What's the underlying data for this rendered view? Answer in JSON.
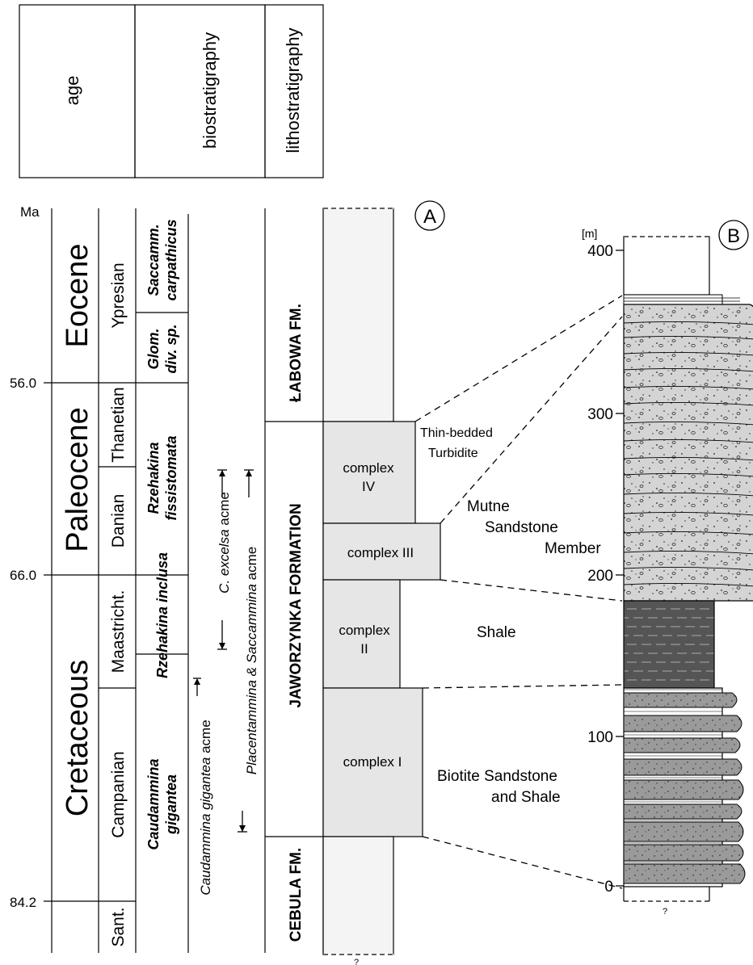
{
  "header": {
    "age": "age",
    "biostratigraphy": "biostratigraphy",
    "lithostratigraphy": "lithostratigraphy"
  },
  "panel_a": {
    "label": "A",
    "unit": "Ma",
    "ages": [
      "56.0",
      "66.0",
      "84.2"
    ],
    "epochs": [
      "Eocene",
      "Paleocene",
      "Cretaceous"
    ],
    "stages": [
      "Ypresian",
      "Thanetian",
      "Danian",
      "Maastricht.",
      "Campanian",
      "Sant."
    ],
    "zones": {
      "saccammina_1": "Saccamm.",
      "saccammina_2": "carpathicus",
      "glom_1": "Glom.",
      "glom_2": "div. sp.",
      "rz_fiss_1": "Rzehakina",
      "rz_fiss_2": "fissistomata",
      "rz_inclusa": "Rzehakina inclusa",
      "caud_1": "Caudammina",
      "caud_2": "gigantea"
    },
    "acmes": {
      "caud_name": "Caudammina gigantea",
      "caud_suffix": " acme",
      "excelsa_name": "C. excelsa",
      "excelsa_suffix": " acme",
      "placent_name": "Placentammina & Saccammina",
      "placent_suffix": " acme"
    },
    "formations": [
      "ŁABOWA FM.",
      "JAWORZYNKA FORMATION",
      "CEBULA FM."
    ],
    "complexes": {
      "iv_1": "complex",
      "iv_2": "IV",
      "iii": "complex III",
      "ii_1": "complex",
      "ii_2": "II",
      "i": "complex I"
    },
    "question": "?"
  },
  "annotations": {
    "thin_1": "Thin-bedded",
    "thin_2": "Turbidite",
    "mutne_1": "Mutne",
    "mutne_2": "Sandstone",
    "mutne_3": "Member",
    "shale": "Shale",
    "biotite_1": "Biotite Sandstone",
    "biotite_2": "and Shale"
  },
  "panel_b": {
    "label": "B",
    "unit": "[m]",
    "ticks": [
      "400",
      "300",
      "200",
      "100",
      "0"
    ],
    "question": "?"
  }
}
